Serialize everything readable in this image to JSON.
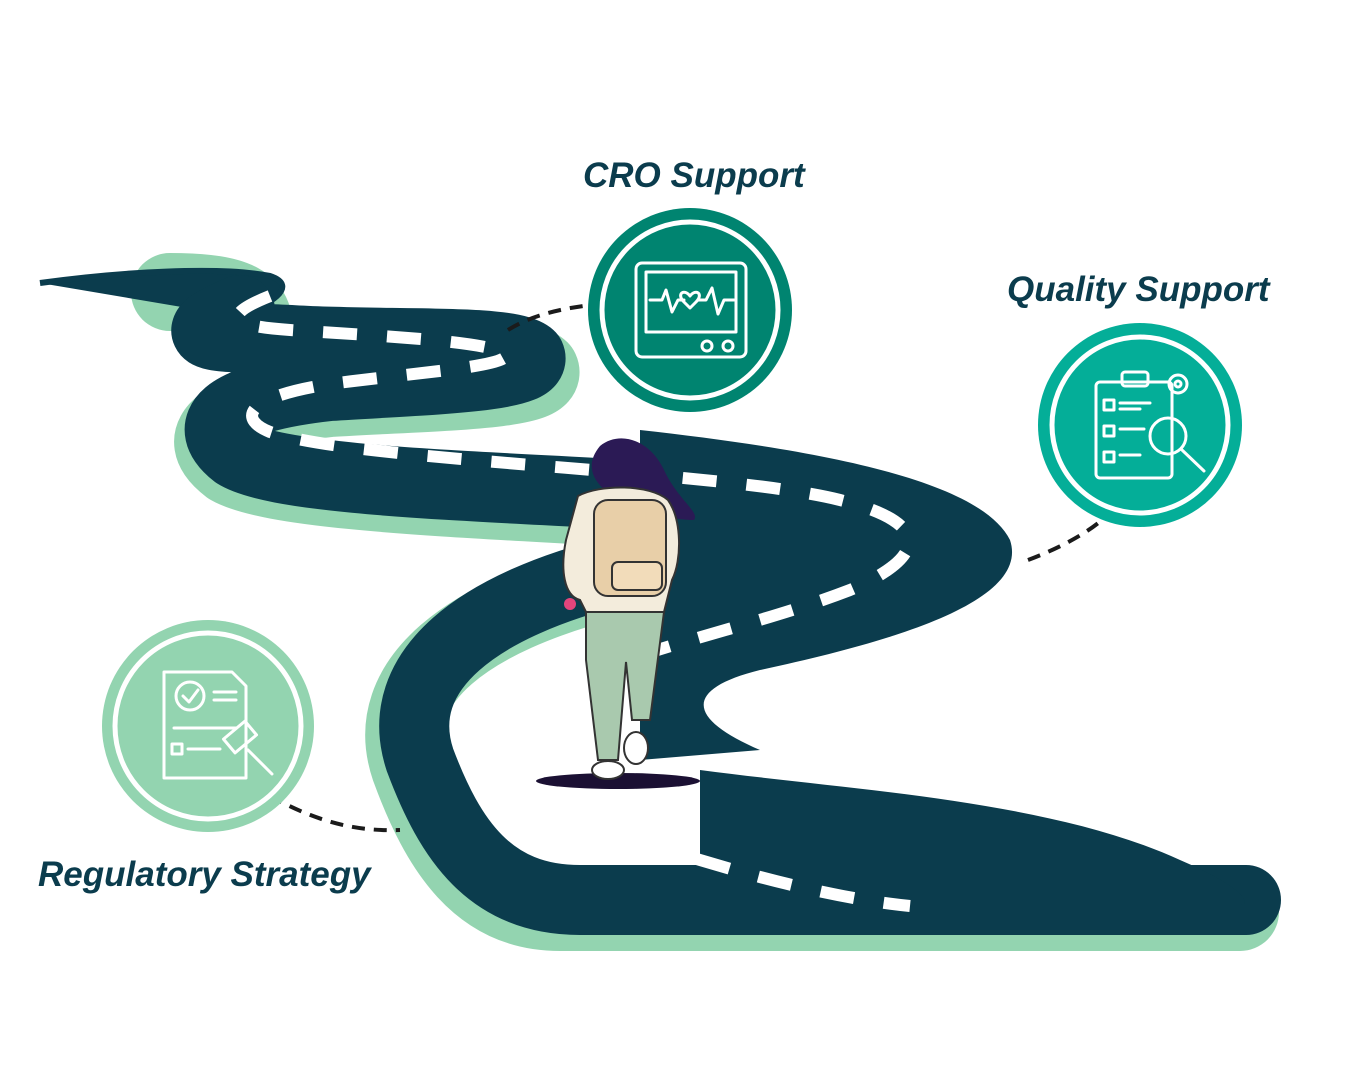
{
  "diagram": {
    "milestones": [
      {
        "id": "cro",
        "label": "CRO Support",
        "icon": "heart-monitor-icon",
        "fill": "#008470"
      },
      {
        "id": "quality",
        "label": "Quality Support",
        "icon": "clipboard-magnifier-icon",
        "fill": "#04ae98"
      },
      {
        "id": "regulatory",
        "label": "Regulatory Strategy",
        "icon": "certificate-gavel-icon",
        "fill": "#93d4b0"
      }
    ],
    "figure": {
      "icon": "walking-person-with-backpack-icon"
    }
  },
  "colors": {
    "road": "#0b3c4d",
    "road_shadow": "#93d4b0",
    "lane_marking": "#ffffff",
    "label_text": "#0b3c4d",
    "connector": "#1b1b1b"
  }
}
